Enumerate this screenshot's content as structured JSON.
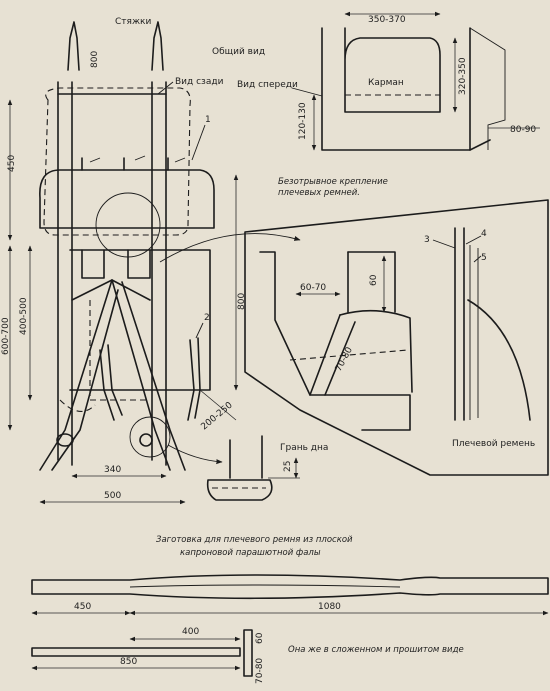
{
  "colors": {
    "paper": "#e7e1d3",
    "ink": "#1c1c1c"
  },
  "labels": {
    "styazhki": "Стяжки",
    "obshchiy_vid": "Общий вид",
    "vid_szadi": "Вид сзади",
    "vid_speredi": "Вид спереди",
    "karman": "Карман",
    "kreplenie_line1": "Безотрывное крепление",
    "kreplenie_line2": "плечевых ремней.",
    "gran_dna": "Грань дна",
    "plechevoy_remen": "Плечевой ремень",
    "zagotovka_line1": "Заготовка для плечевого ремня из плоской",
    "zagotovka_line2": "капроновой парашютной фалы",
    "slozhennom": "Она же в сложенном и прошитом виде"
  },
  "callouts": {
    "c1": "1",
    "c2": "2",
    "c3": "3",
    "c4": "4",
    "c5": "5"
  },
  "dimensions": {
    "d800_top": "800",
    "d350_370": "350-370",
    "d320_350": "320-350",
    "d120_130": "120-130",
    "d80_90": "80-90",
    "d450_left": "450",
    "d400_500": "400-500",
    "d600_700": "600-700",
    "d800_mid": "800",
    "d200_250": "200-250",
    "d340": "340",
    "d500": "500",
    "d25": "25",
    "d60_70": "60-70",
    "d60_top": "60",
    "d70_80": "70-80",
    "d450_strap": "450",
    "d1080": "1080",
    "d400_strap": "400",
    "d850": "850",
    "d60_strap": "60",
    "d70_80_strap": "70-80"
  }
}
